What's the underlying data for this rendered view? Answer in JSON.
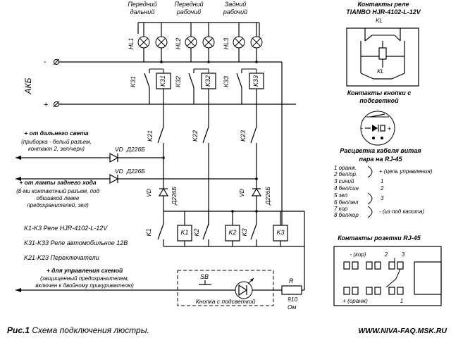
{
  "lamps": {
    "high": [
      "Передний",
      "дальний"
    ],
    "low": [
      "Передний",
      "рабочий"
    ],
    "rear": [
      "Задний",
      "рабочий"
    ],
    "hl1": "HL1",
    "hl2": "HL2",
    "hl3": "HL3"
  },
  "battery": {
    "label": "АКБ",
    "minus": "-",
    "plus": "+"
  },
  "relays": {
    "k31": "K31",
    "k32": "K32",
    "k33": "K33",
    "k21": "K21",
    "k22": "K22",
    "k23": "K23",
    "k1": "K1",
    "k2": "K2",
    "k3": "K3"
  },
  "diodes": {
    "vd": "VD",
    "type": "Д226Б"
  },
  "inputs": {
    "high_title": "+ от дальнего света",
    "high_note": [
      "(приборка - белый разъем,",
      "контакт 2, зел/черн)"
    ],
    "rear_title": "+ от лампы заднего хода",
    "rear_note": [
      "(8-ми контактный разъем, под",
      "обшивкой левее",
      "предохранителей, зел)"
    ],
    "ctrl_title": "+ для управления схемой",
    "ctrl_note": [
      "(защищенный предохранителем,",
      "включен к двойному прикуривателю)"
    ]
  },
  "legend": [
    "K1-K3 Реле HJR-4102-L-12V",
    "K31-K33 Реле автомобильное 12В",
    "K21-K23 Переключатели"
  ],
  "button_block": {
    "sb": "SB",
    "caption": "Кнопка с подсветкой"
  },
  "resistor": {
    "label": "R",
    "value": "910",
    "unit": "Ом"
  },
  "relay_contacts": {
    "title": [
      "Контакты реле",
      "TIANBO HJR-4102-L-12V"
    ],
    "kl": "KL"
  },
  "button_contacts": {
    "title": [
      "Контакты кнопки с",
      "подсветкой"
    ]
  },
  "cable": {
    "title": [
      "Расцветка кабеля витая",
      "пара на RJ-45"
    ],
    "rows": [
      "1 оранж.",
      "2 бел/ор.",
      "3 синий",
      "4 бел/син",
      "5 зел",
      "6 бел/зел",
      "7 кор",
      "8 бел/кор"
    ],
    "g1": "+  (цепь управления)",
    "g1_num": "1",
    "g2_num": "2",
    "g3_num": "3",
    "g4": "-   (из под капота)"
  },
  "rj45": {
    "title": "Контакты розетки RJ-45",
    "top": "- (кор)",
    "n2": "2",
    "n3": "3",
    "bottom_left": "+ (оранж)",
    "n1": "1"
  },
  "caption": {
    "fig": "Рис.1",
    "text": " Схема подключения люстры."
  },
  "site": "WWW.NIVA-FAQ.MSK.RU"
}
